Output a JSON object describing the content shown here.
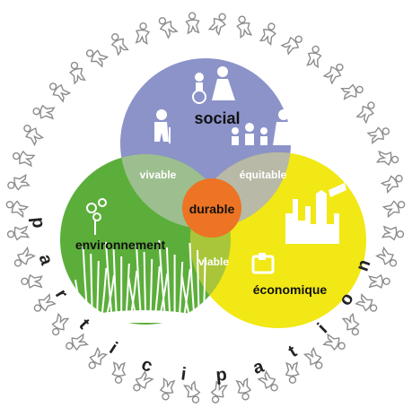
{
  "colors": {
    "social": "#8b93c9",
    "environnement": "#5cae3b",
    "economique": "#f1e815",
    "overlap_social_env": "#9dbf8f",
    "overlap_social_eco": "#b8b9a6",
    "overlap_env_eco": "#a9c63a",
    "center": "#ec7424",
    "figures_outline": "#8c8c8c"
  },
  "labels": {
    "social": "social",
    "environnement": "environnement",
    "economique": "économique",
    "vivable": "vivable",
    "equitable": "équitable",
    "viable": "viable",
    "durable": "durable"
  },
  "participation": [
    "p",
    "a",
    "r",
    "t",
    "i",
    "c",
    "i",
    "p",
    "a",
    "t",
    "i",
    "o",
    "n"
  ],
  "icons": {
    "social": "people-icon",
    "environnement": "spiral-flower-icon",
    "economique": "city-skyline-icon",
    "ring": "person-figure-icon"
  }
}
